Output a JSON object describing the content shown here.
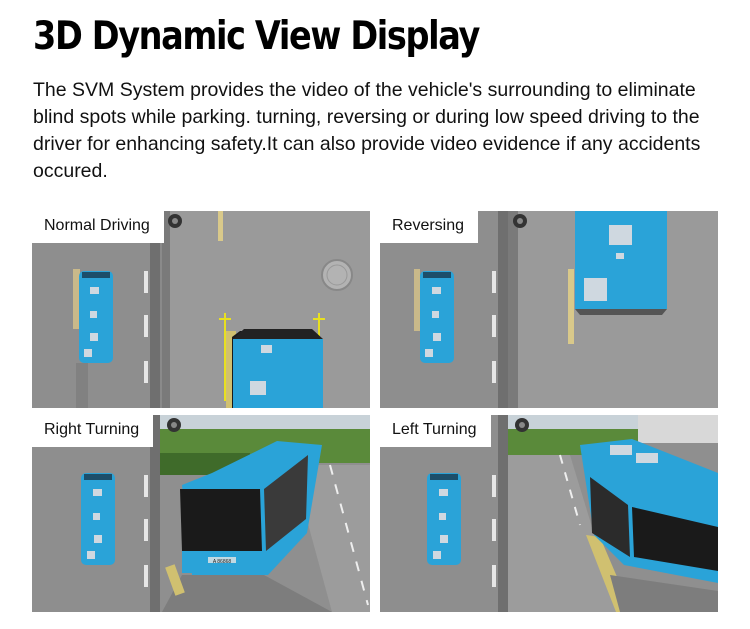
{
  "header": {
    "title": "3D Dynamic View Display",
    "description": "The SVM System provides the video of the vehicle's surrounding to eliminate blind spots while parking. turning, reversing or during low speed driving to the driver for enhancing safety.It can also provide video evidence if any accidents occured."
  },
  "panels": [
    {
      "label": "Normal Driving"
    },
    {
      "label": "Reversing"
    },
    {
      "label": "Right Turning"
    },
    {
      "label": "Left Turning"
    }
  ],
  "bus_plate": "A 86868",
  "colors": {
    "bus_blue": "#2aa3d8",
    "road_gray": "#8c8c8c",
    "guide_yellow": "#e8e020"
  }
}
